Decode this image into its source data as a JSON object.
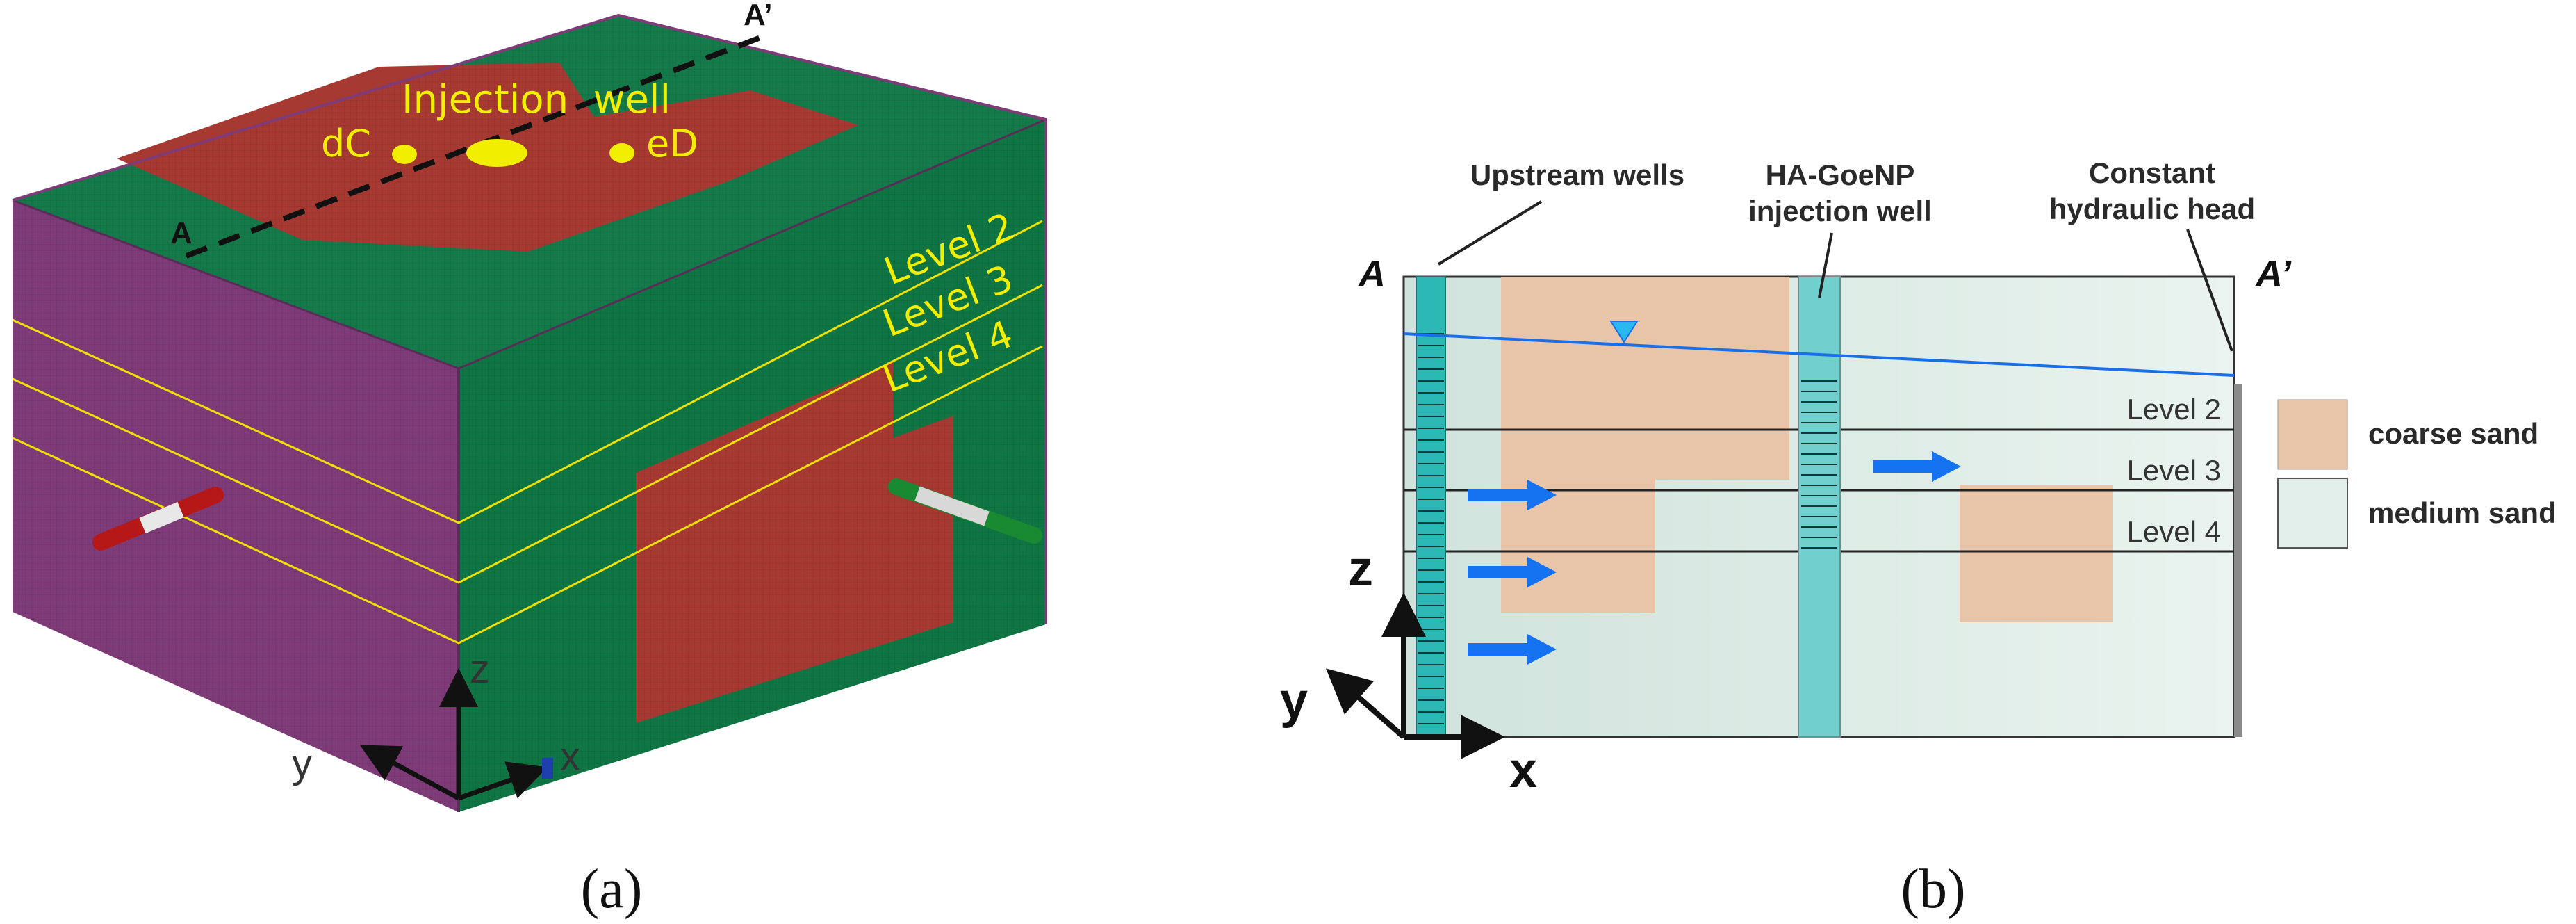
{
  "panel_a": {
    "point_a": "A",
    "point_a_prime": "A’",
    "injection_label": "Injection  well",
    "well_dc": "dC",
    "well_ed": "eD",
    "level_2": "Level 2",
    "level_3": "Level 3",
    "level_4": "Level 4",
    "axis_z": "z",
    "axis_y": "y",
    "axis_x": "x",
    "caption": "(a)"
  },
  "panel_b": {
    "upstream_wells": "Upstream wells",
    "injection_line1": "HA-GoeNP",
    "injection_line2": "injection well",
    "head_line1": "Constant",
    "head_line2": "hydraulic head",
    "point_a": "A",
    "point_a_prime": "A’",
    "level_2": "Level 2",
    "level_3": "Level 3",
    "level_4": "Level 4",
    "axis_z": "z",
    "axis_y": "y",
    "axis_x": "x",
    "caption": "(b)"
  },
  "legend": {
    "items": [
      {
        "label": "coarse sand",
        "color": "#e8c4a9"
      },
      {
        "label": "medium sand",
        "color": "#e3efea"
      }
    ]
  },
  "colors": {
    "model_top_green": "#157a4a",
    "model_front_green": "#0f7543",
    "model_red": "#a63a32",
    "model_side_purple": "#7e3b78",
    "level_line": "#f0e000",
    "water_table": "#1a6ee8",
    "flow_arrow": "#1572f0",
    "well_teal": "#2bb7b3",
    "injection_teal": "#6fd0cd"
  }
}
